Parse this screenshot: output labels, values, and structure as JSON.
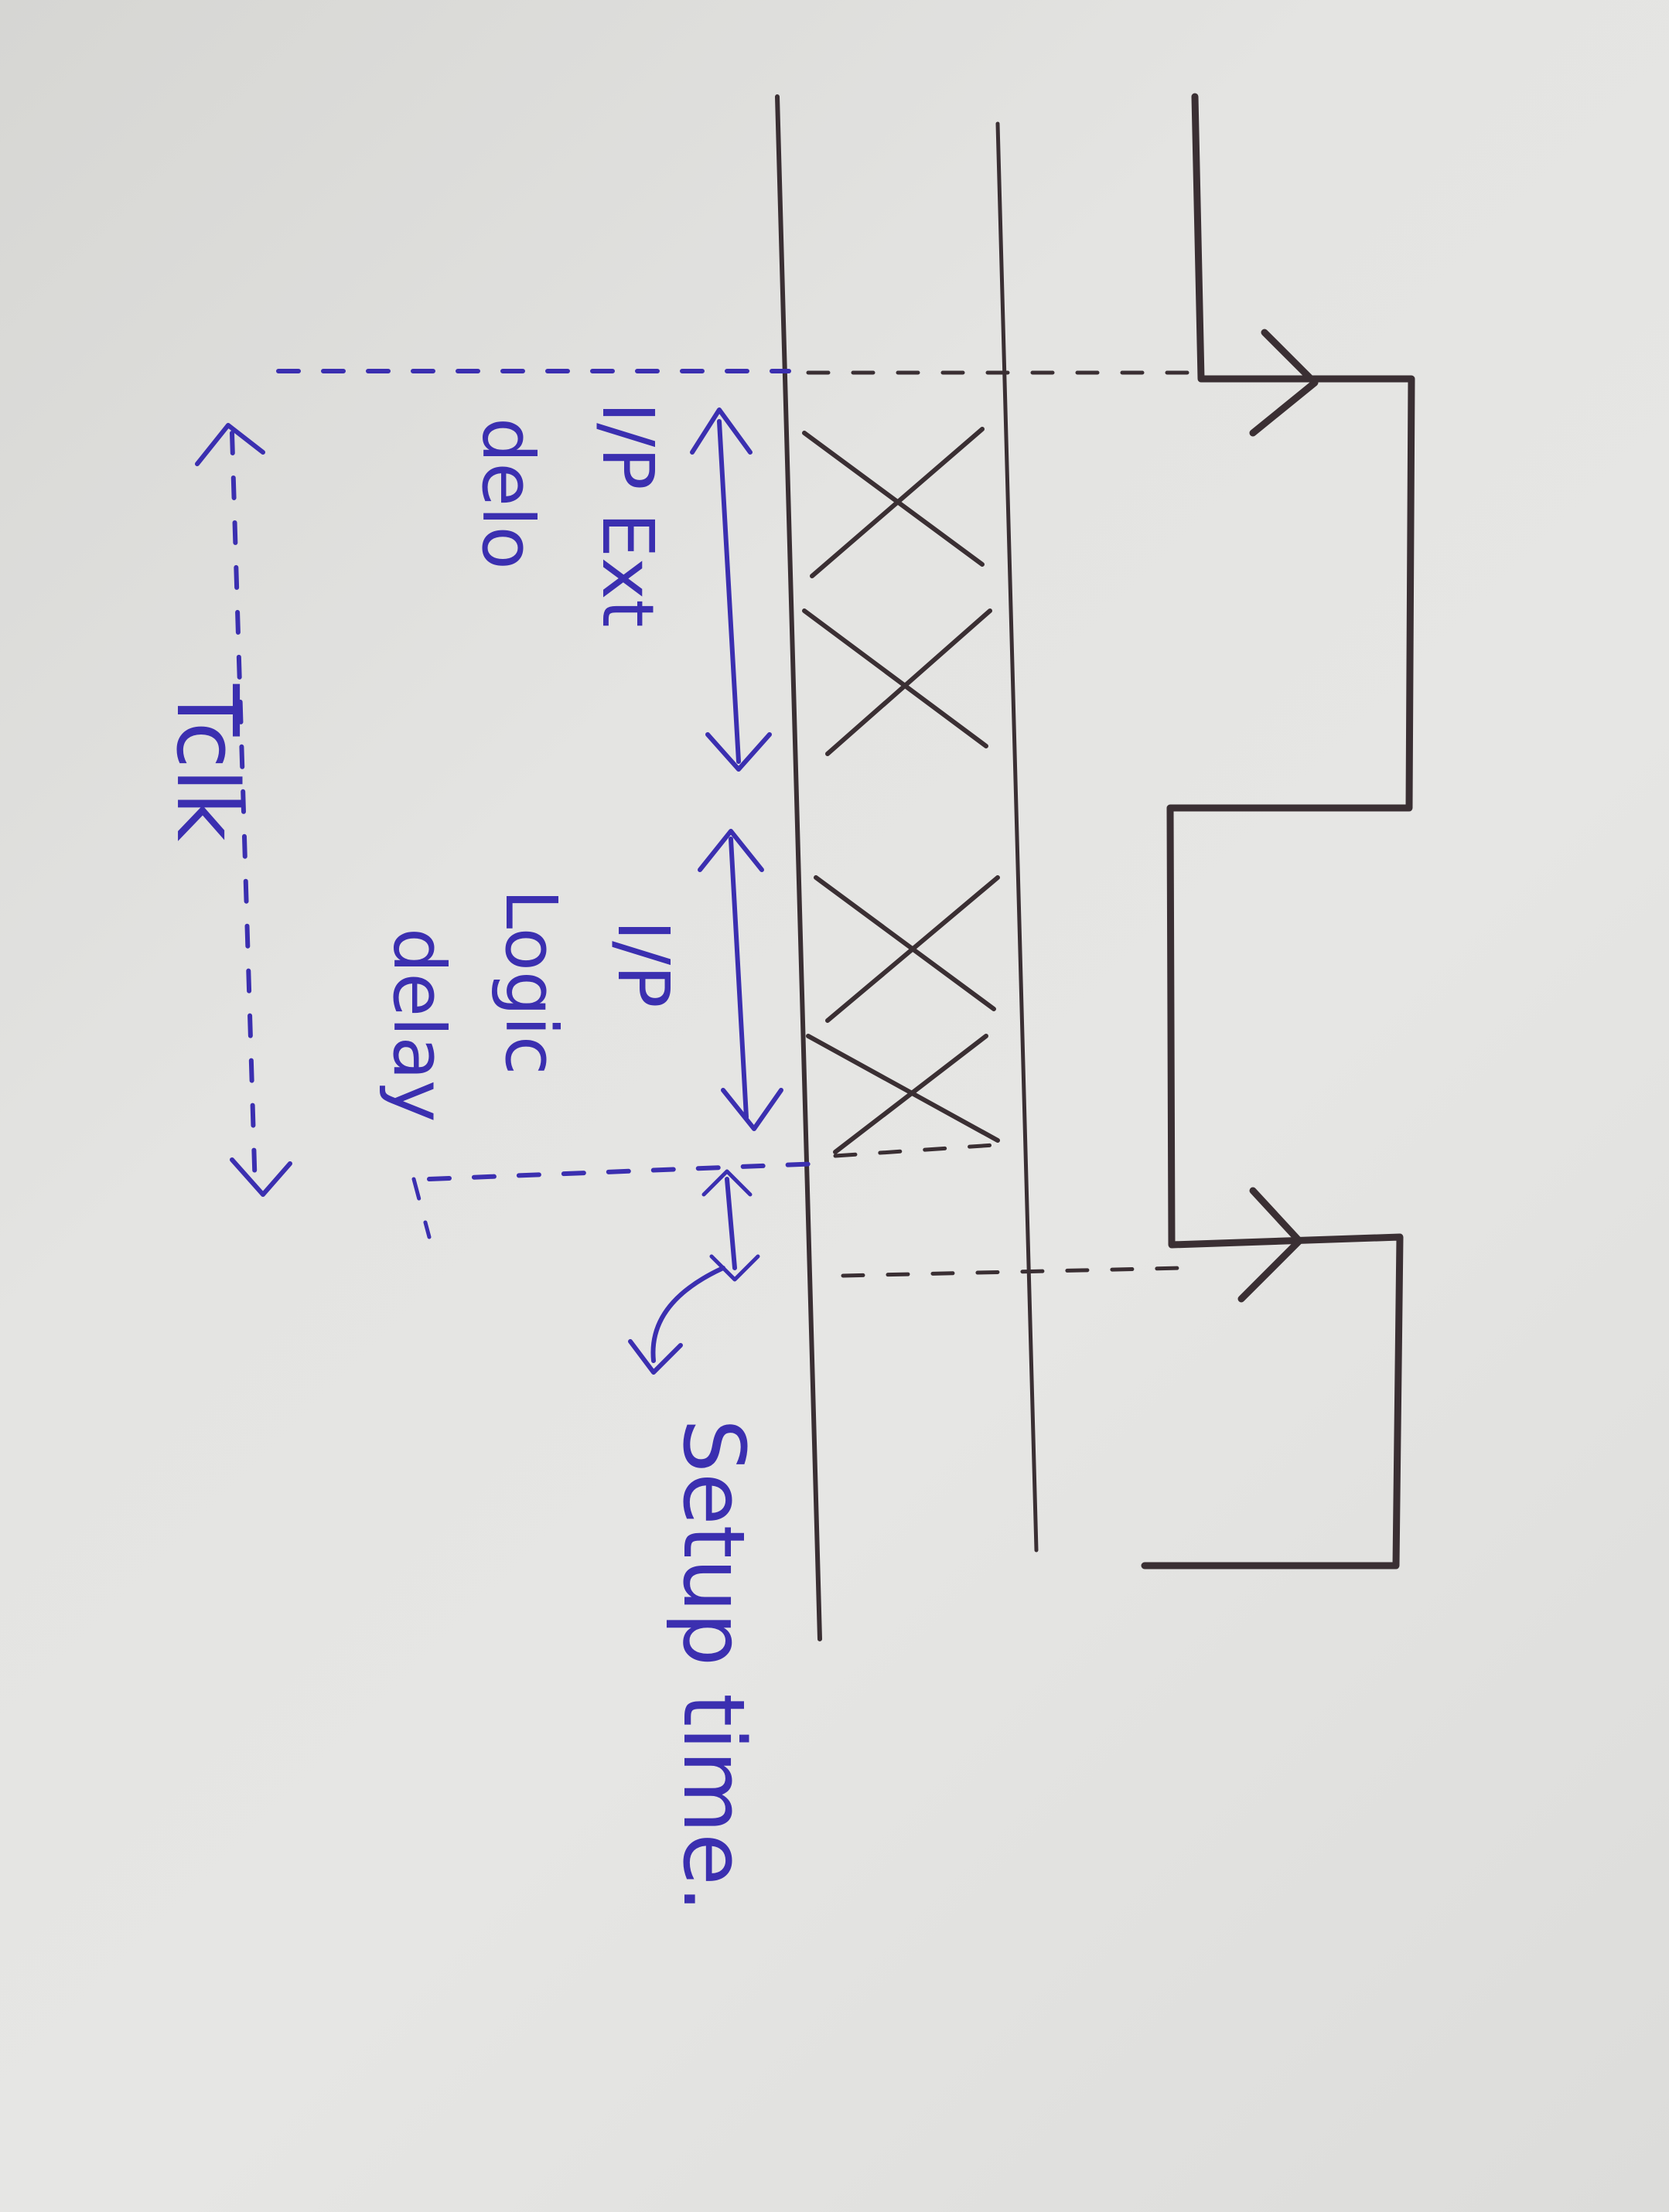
{
  "labels": {
    "ip_ext_line1": "I/P Ext",
    "ip_ext_line2": "delo",
    "ip_logic_line1": "I/P",
    "ip_logic_line2": "Logic",
    "ip_logic_line3": "delay",
    "setup_time": "Setup time.",
    "tclk": "Tclk"
  },
  "colors": {
    "paper": "#e4e4e2",
    "black_ink": "#3a2f33",
    "blue_ink": "#3b2fb0"
  }
}
